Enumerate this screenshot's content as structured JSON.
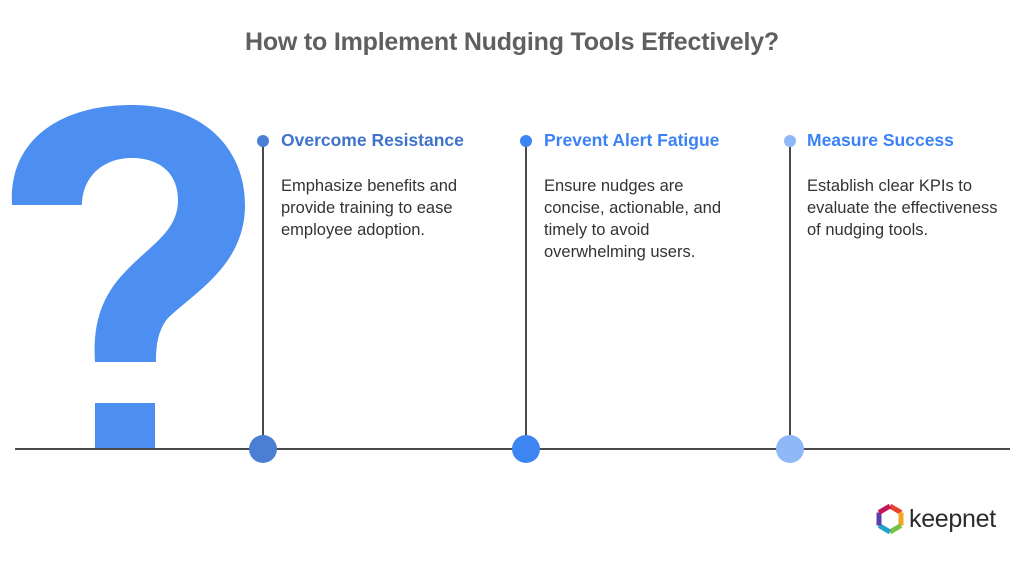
{
  "title": "How to Implement Nudging Tools Effectively?",
  "steps": [
    {
      "title": "Overcome Resistance",
      "description": "Emphasize benefits and provide training to ease employee adoption.",
      "color": "#3f73c9",
      "dot_color": "#4a7fd4"
    },
    {
      "title": "Prevent Alert Fatigue",
      "description": "Ensure nudges are concise, actionable, and timely to avoid overwhelming users.",
      "color": "#3b82f6",
      "dot_color": "#3d85f2"
    },
    {
      "title": "Measure Success",
      "description": "Establish clear KPIs to evaluate the effectiveness of nudging tools.",
      "color": "#3b82f6",
      "dot_color": "#8fb8f8"
    }
  ],
  "icons": {
    "hero": "question-mark-icon",
    "logo": "keepnet-hexagon-logo"
  },
  "colors": {
    "question_mark": "#4d8ff0",
    "title": "#5f5f5f",
    "line": "#4a4a4a"
  },
  "logo": {
    "text": "keepnet"
  }
}
